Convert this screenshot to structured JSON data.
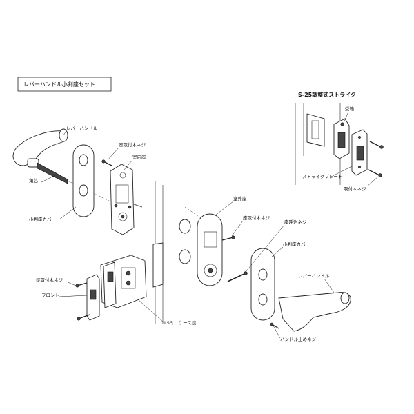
{
  "title": "レバーハンドル小判座セット",
  "strike": {
    "title": "S-25調整式ストライク",
    "labels": {
      "receiver": "受箱",
      "strike_plate": "ストライクプレート",
      "mount_screw": "取付木ネジ"
    }
  },
  "labels": {
    "lever_left": "レバーハンドル",
    "spindle": "角芯",
    "cover_left": "小判座カバー",
    "seat_screw_left": "座取付木ネジ",
    "inner_seat": "室内座",
    "outer_seat": "室外座",
    "seat_screw_right": "座取付木ネジ",
    "through_bolt": "座呼込ネジ",
    "cover_right": "小判座カバー",
    "lever_right": "レバーハンドル",
    "handle_screw": "ハンドル止めネジ",
    "case_screw": "錠取付木ネジ",
    "front": "フロント",
    "lock_case": "LSミニケース錠"
  }
}
